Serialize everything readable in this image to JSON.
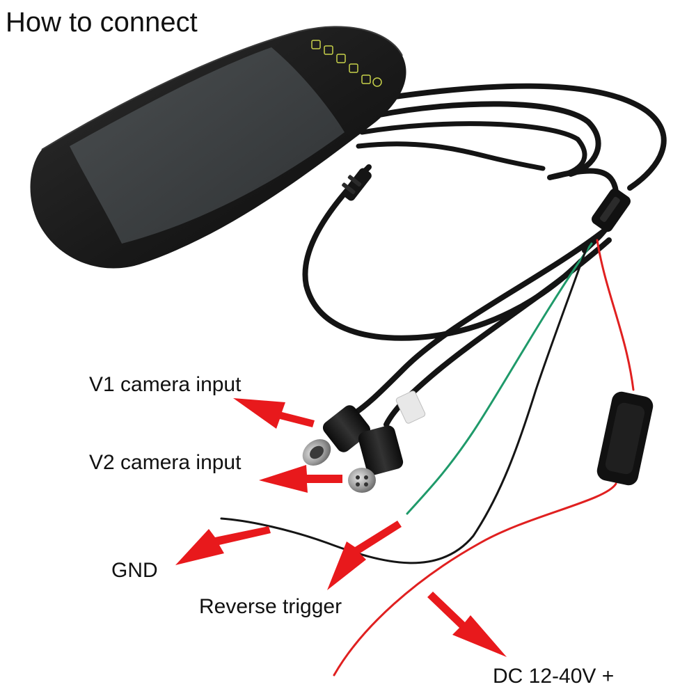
{
  "title": "How to connect",
  "labels": {
    "v1": "V1 camera input",
    "v2": "V2 camera input",
    "gnd": "GND",
    "reverse": "Reverse trigger",
    "dc": "DC 12-40V +"
  },
  "colors": {
    "arrow": "#e8191c",
    "monitor": "#1c1c1c",
    "screen": "#3b3e40",
    "cable": "#141414",
    "wire_red": "#e02020",
    "wire_green": "#1f9a6a",
    "wire_black": "#151515",
    "button_glyph": "#c8d24a"
  }
}
